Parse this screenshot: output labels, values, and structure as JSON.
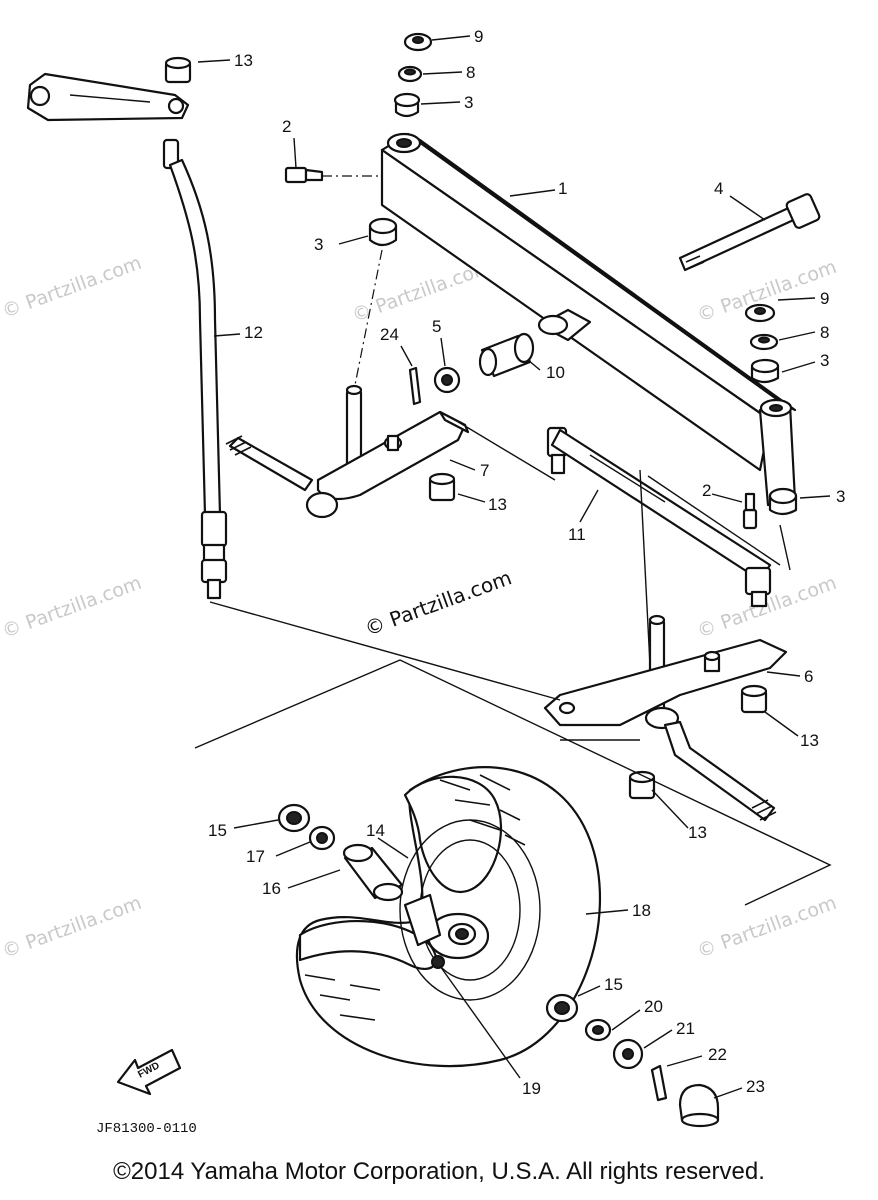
{
  "callouts": {
    "c1": "1",
    "c2a": "2",
    "c2b": "2",
    "c3a": "3",
    "c3b": "3",
    "c3c": "3",
    "c3d": "3",
    "c4": "4",
    "c5": "5",
    "c6": "6",
    "c7": "7",
    "c8a": "8",
    "c8b": "8",
    "c9a": "9",
    "c9b": "9",
    "c10": "10",
    "c11": "11",
    "c12": "12",
    "c13a": "13",
    "c13b": "13",
    "c13c": "13",
    "c13d": "13",
    "c14": "14",
    "c15a": "15",
    "c15b": "15",
    "c16": "16",
    "c17": "17",
    "c18": "18",
    "c19": "19",
    "c20": "20",
    "c21": "21",
    "c22": "22",
    "c23": "23",
    "c24": "24"
  },
  "watermark": "© Partzilla.com",
  "forward_label": "FWD",
  "drawing_code": "JF81300-0110",
  "copyright": "©2014 Yamaha Motor Corporation, U.S.A. All rights reserved."
}
